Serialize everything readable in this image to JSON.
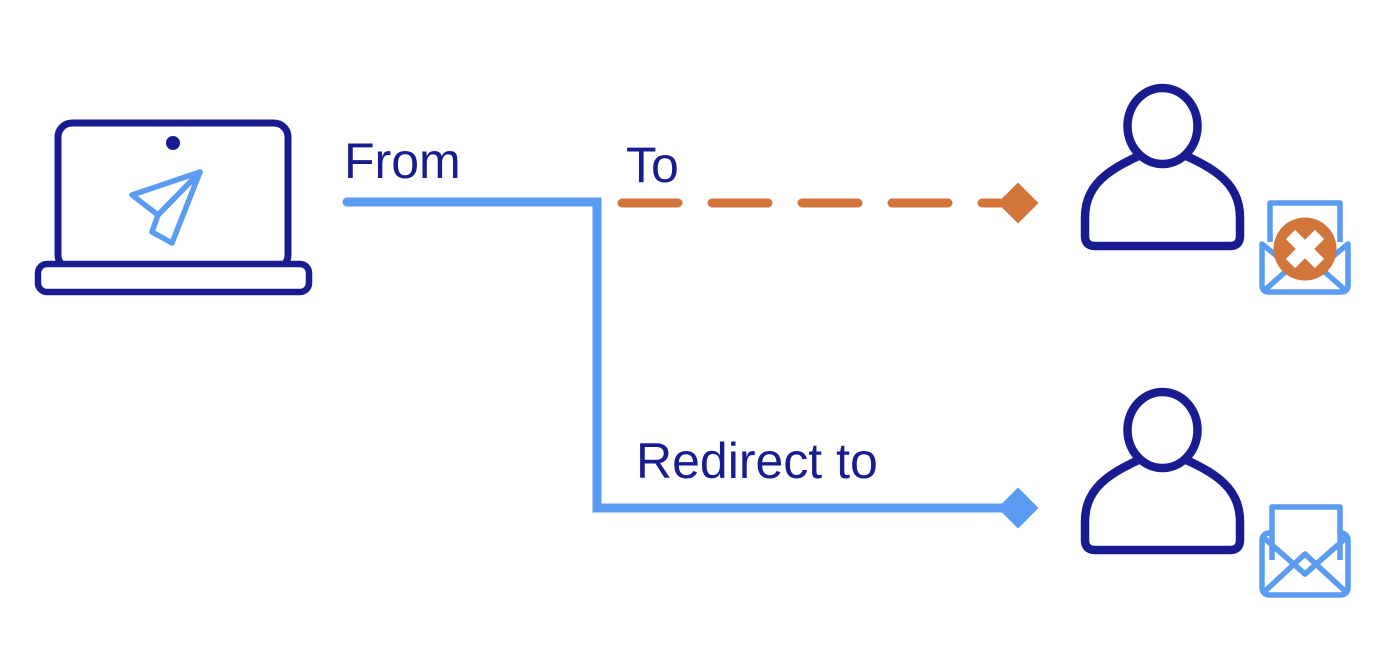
{
  "diagram": {
    "type": "flow-diagram",
    "topic": "email-redirect",
    "labels": {
      "from": "From",
      "to": "To",
      "redirect_to": "Redirect to"
    },
    "colors": {
      "navy": "#181c90",
      "light_blue": "#5a9cf1",
      "orange": "#d2753b",
      "background": "#ffffff",
      "white": "#ffffff"
    },
    "nodes": [
      {
        "id": "sender",
        "icon": "laptop-icon",
        "inner_icon": "paper-plane-icon"
      },
      {
        "id": "original-recipient",
        "icon": "person-icon",
        "badge_icon": "undelivered-envelope-icon"
      },
      {
        "id": "redirect-recipient",
        "icon": "person-icon",
        "badge_icon": "delivered-envelope-icon"
      }
    ],
    "edges": [
      {
        "id": "from-redirect-path",
        "label": "Redirect to",
        "style": "solid",
        "color": "#5a9cf1",
        "arrowhead": "diamond"
      },
      {
        "id": "to-path",
        "label": "To",
        "style": "dashed",
        "color": "#d2753b",
        "arrowhead": "diamond"
      }
    ]
  }
}
